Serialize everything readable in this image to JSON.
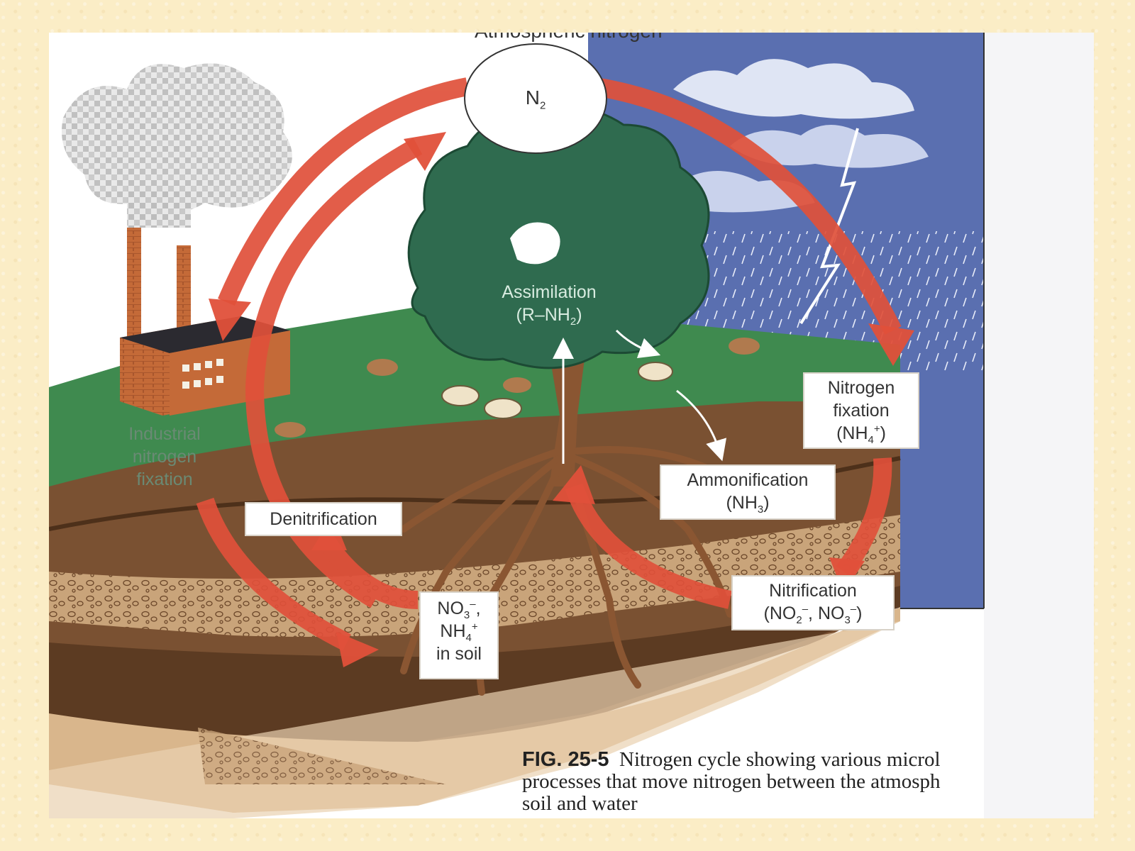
{
  "diagram": {
    "top_title": "Atmospheric nitrogen",
    "n2_label": "N",
    "n2_sub": "2",
    "assimilation_line1": "Assimilation",
    "assimilation_line2_pre": "(R–NH",
    "assimilation_line2_sub": "2",
    "assimilation_line2_post": ")",
    "industrial_line1": "Industrial",
    "industrial_line2": "nitrogen",
    "industrial_line3": "fixation",
    "denitrification": "Denitrification",
    "fixation_line1": "Nitrogen",
    "fixation_line2": "fixation",
    "fixation_line3_pre": "(NH",
    "fixation_line3_sub": "4",
    "fixation_line3_sup": "+",
    "fixation_line3_post": ")",
    "ammonification_line1": "Ammonification",
    "ammonification_line2_pre": "(NH",
    "ammonification_line2_sub": "3",
    "ammonification_line2_post": ")",
    "nitrification_line1": "Nitrification",
    "nitrification_line2_a": "(NO",
    "nitrification_line2_a_sub": "2",
    "nitrification_line2_a_sup": "–",
    "nitrification_line2_b": ", NO",
    "nitrification_line2_b_sub": "3",
    "nitrification_line2_b_sup": "–",
    "nitrification_line2_c": ")",
    "soil_line1_pre": "NO",
    "soil_line1_sub": "3",
    "soil_line1_sup": "–",
    "soil_line1_post": ",",
    "soil_line2_pre": "NH",
    "soil_line2_sub": "4",
    "soil_line2_sup": "+",
    "soil_line3": "in soil"
  },
  "caption": {
    "fig_label": "FIG. 25-5",
    "line1": "Nitrogen cycle showing various microl",
    "line2": "processes that move nitrogen between the atmosph",
    "line3": "soil and water"
  },
  "colors": {
    "arrow": "#e0503a",
    "grass": "#3f8a4f",
    "soil": "#7a5132",
    "sky": "#5a6fb0",
    "tree": "#2f6b4f",
    "text_green": "#d8ece0"
  }
}
